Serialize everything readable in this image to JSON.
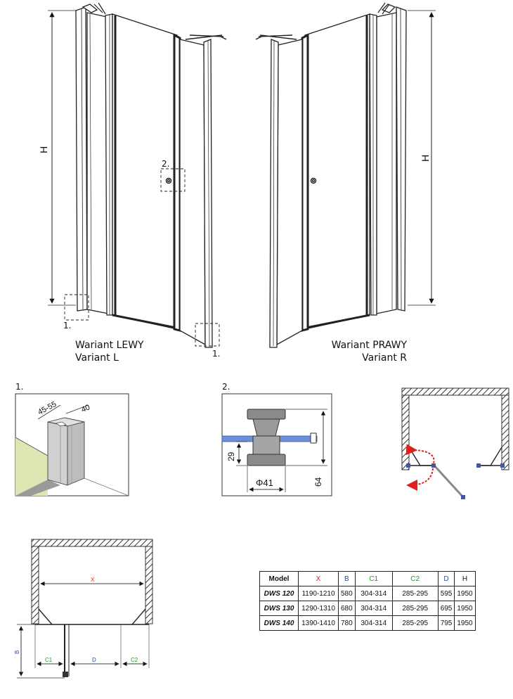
{
  "dimension_letters": {
    "height": "H",
    "width": "X",
    "wing": "B",
    "c1": "C1",
    "c2": "C2",
    "door": "D"
  },
  "variants": {
    "left": {
      "line1": "Wariant LEWY",
      "line2": "Variant L"
    },
    "right": {
      "line1": "Wariant PRAWY",
      "line2": "Variant R"
    }
  },
  "callouts": {
    "one": "1.",
    "two": "2.",
    "one_right": "1."
  },
  "detail1": {
    "label": "1.",
    "dim_a": "45-55",
    "dim_b": "40"
  },
  "detail2": {
    "label": "2.",
    "dim_diameter": "Φ41",
    "dim_29": "29",
    "dim_64": "64"
  },
  "colors": {
    "wall_hatch": "#333333",
    "arrow_red": "#e0201b",
    "glass_blue": "#6d8fd6",
    "green_wall": "#dfe6b3",
    "profile_grey": "#c9c9c9"
  },
  "table": {
    "headers": [
      "Model",
      "X",
      "B",
      "C1",
      "C2",
      "D",
      "H"
    ],
    "rows": [
      [
        "DWS 120",
        "1190-1210",
        "580",
        "304-314",
        "285-295",
        "595",
        "1950"
      ],
      [
        "DWS 130",
        "1290-1310",
        "680",
        "304-314",
        "285-295",
        "695",
        "1950"
      ],
      [
        "DWS 140",
        "1390-1410",
        "780",
        "304-314",
        "285-295",
        "795",
        "1950"
      ]
    ]
  }
}
